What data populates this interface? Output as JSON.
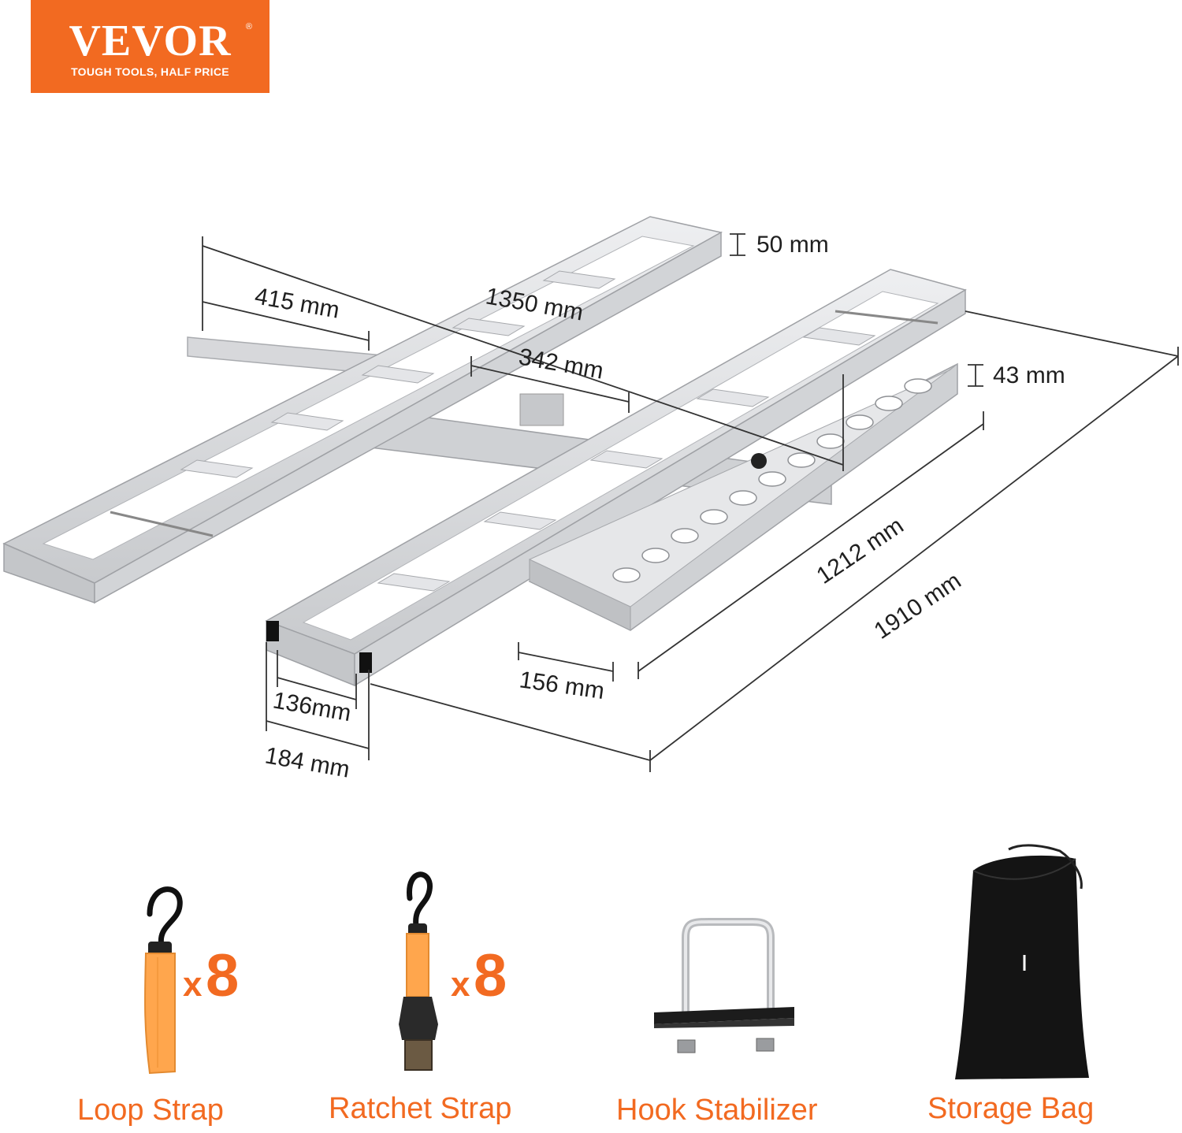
{
  "brand": {
    "name": "VEVOR",
    "registered": "®",
    "tagline": "TOUGH TOOLS, HALF PRICE",
    "color": "#f26a21"
  },
  "dimensions": {
    "height_50": "50 mm",
    "width_415": "415 mm",
    "width_1350": "1350 mm",
    "width_342": "342 mm",
    "height_43": "43 mm",
    "length_1212": "1212 mm",
    "length_1910": "1910 mm",
    "width_156": "156 mm",
    "width_136": "136mm",
    "width_184": "184 mm"
  },
  "accessories": [
    {
      "label": "Loop Strap",
      "qty_prefix": "x",
      "qty": "8",
      "icon": "loop-strap-icon"
    },
    {
      "label": "Ratchet Strap",
      "qty_prefix": "x",
      "qty": "8",
      "icon": "ratchet-strap-icon"
    },
    {
      "label": "Hook Stabilizer",
      "icon": "hook-stabilizer-icon"
    },
    {
      "label": "Storage Bag",
      "icon": "storage-bag-icon"
    }
  ],
  "colors": {
    "accent": "#f26a21",
    "aluminum": "#dcdde0",
    "aluminum_dark": "#b9bbbf",
    "strap": "#ffa64d",
    "black": "#1a1a1a"
  }
}
